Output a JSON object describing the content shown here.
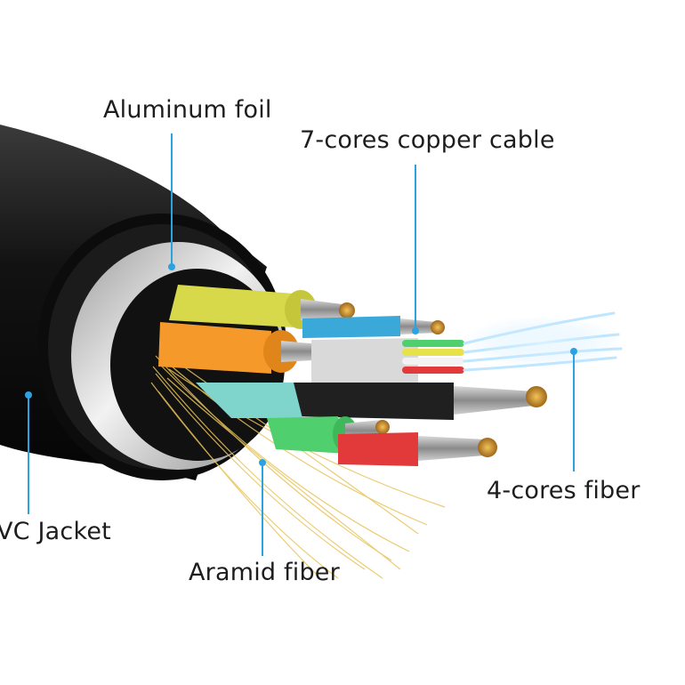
{
  "labels": {
    "aluminum_foil": "Aluminum foil",
    "copper_cable": "7-cores copper cable",
    "fiber_cores": "4-cores fiber",
    "pvc_jacket": "VC Jacket",
    "aramid_fiber": "Aramid fiber"
  },
  "colors": {
    "callout_line": "#2aa3e0",
    "jacket": "#151515",
    "foil": "#c9c9c9",
    "aramid": "#e8c45a",
    "wire_yellow": "#d7d84a",
    "wire_orange": "#f59a2a",
    "wire_blue": "#3aa8d8",
    "wire_teal": "#7fd4cc",
    "wire_green": "#4fcf6e",
    "wire_red": "#e23a3a",
    "wire_black": "#202020",
    "copper_strand": "#c08a2c",
    "fiber_glow": "#bfe6ff"
  }
}
